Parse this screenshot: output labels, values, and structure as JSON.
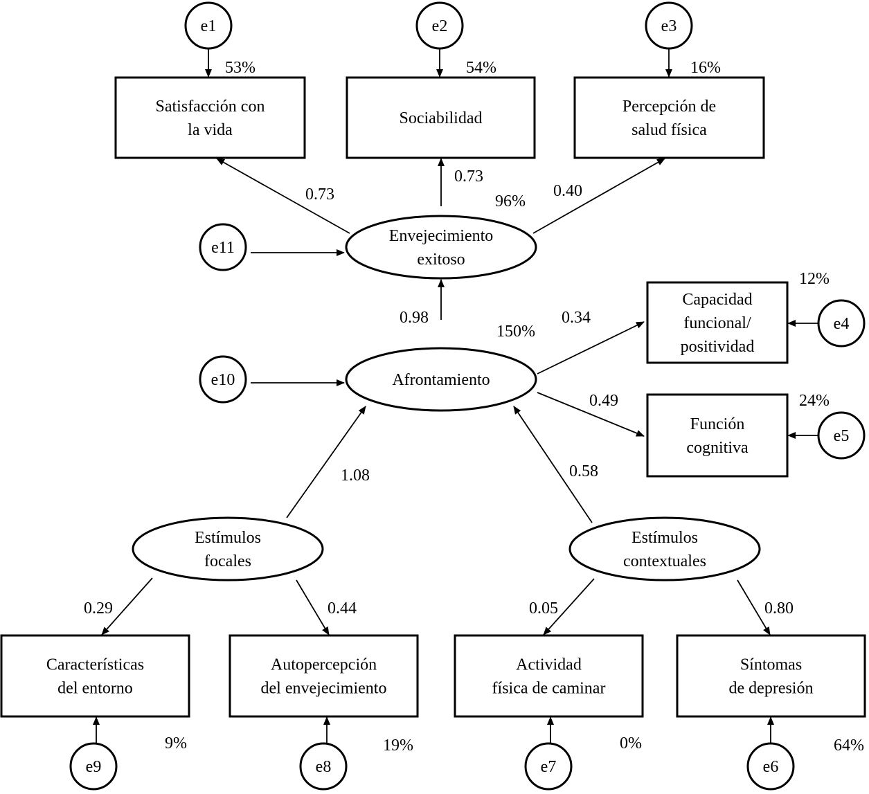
{
  "observed": [
    {
      "id": "satisfaccion",
      "lines": [
        "Satisfacción con",
        "la vida"
      ]
    },
    {
      "id": "sociabilidad",
      "lines": [
        "Sociabilidad"
      ]
    },
    {
      "id": "percepcion",
      "lines": [
        "Percepción de",
        "salud física"
      ]
    },
    {
      "id": "capacidad",
      "lines": [
        "Capacidad",
        "funcional/",
        "positividad"
      ]
    },
    {
      "id": "funcion",
      "lines": [
        "Función",
        "cognitiva"
      ]
    },
    {
      "id": "caracteristicas",
      "lines": [
        "Características",
        "del entorno"
      ]
    },
    {
      "id": "autopercepcion",
      "lines": [
        "Autopercepción",
        "del envejecimiento"
      ]
    },
    {
      "id": "actividad",
      "lines": [
        "Actividad",
        "física de caminar"
      ]
    },
    {
      "id": "sintomas",
      "lines": [
        "Síntomas",
        "de depresión"
      ]
    }
  ],
  "latent": [
    {
      "id": "envejecimiento",
      "lines": [
        "Envejecimiento",
        "exitoso"
      ]
    },
    {
      "id": "afrontamiento",
      "lines": [
        "Afrontamiento"
      ]
    },
    {
      "id": "focales",
      "lines": [
        "Estímulos",
        "focales"
      ]
    },
    {
      "id": "contextuales",
      "lines": [
        "Estímulos",
        "contextuales"
      ]
    }
  ],
  "errors": [
    "e1",
    "e2",
    "e3",
    "e4",
    "e5",
    "e6",
    "e7",
    "e8",
    "e9",
    "e10",
    "e11"
  ],
  "path_coefficients": {
    "envejecimiento_satisfaccion": "0.73",
    "envejecimiento_sociabilidad": "0.73",
    "envejecimiento_percepcion": "0.40",
    "afrontamiento_envejecimiento": "0.98",
    "afrontamiento_capacidad": "0.34",
    "afrontamiento_funcion": "0.49",
    "focales_afrontamiento": "1.08",
    "contextuales_afrontamiento": "0.58",
    "focales_caracteristicas": "0.29",
    "focales_autopercepcion": "0.44",
    "contextuales_actividad": "0.05",
    "contextuales_sintomas": "0.80"
  },
  "explained_variance": {
    "satisfaccion": "53%",
    "sociabilidad": "54%",
    "percepcion": "16%",
    "envejecimiento": "96%",
    "afrontamiento": "150%",
    "capacidad": "12%",
    "funcion": "24%",
    "caracteristicas": "9%",
    "autopercepcion": "19%",
    "actividad": "0%",
    "sintomas": "64%"
  }
}
